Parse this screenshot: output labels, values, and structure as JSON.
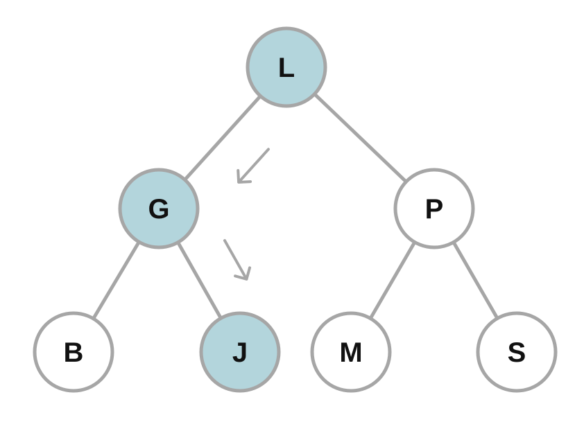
{
  "tree": {
    "nodes": [
      {
        "id": "L",
        "label": "L",
        "highlighted": true
      },
      {
        "id": "G",
        "label": "G",
        "highlighted": true
      },
      {
        "id": "P",
        "label": "P",
        "highlighted": false
      },
      {
        "id": "B",
        "label": "B",
        "highlighted": false
      },
      {
        "id": "J",
        "label": "J",
        "highlighted": true
      },
      {
        "id": "M",
        "label": "M",
        "highlighted": false
      },
      {
        "id": "S",
        "label": "S",
        "highlighted": false
      }
    ],
    "edges": [
      {
        "from": "L",
        "to": "G"
      },
      {
        "from": "L",
        "to": "P"
      },
      {
        "from": "G",
        "to": "B"
      },
      {
        "from": "G",
        "to": "J"
      },
      {
        "from": "P",
        "to": "M"
      },
      {
        "from": "P",
        "to": "S"
      }
    ],
    "search_path": [
      "L",
      "G",
      "J"
    ],
    "colors": {
      "highlight_fill": "#b3d5dc",
      "normal_fill": "#ffffff",
      "stroke": "#a6a6a6",
      "label": "#111111"
    }
  }
}
